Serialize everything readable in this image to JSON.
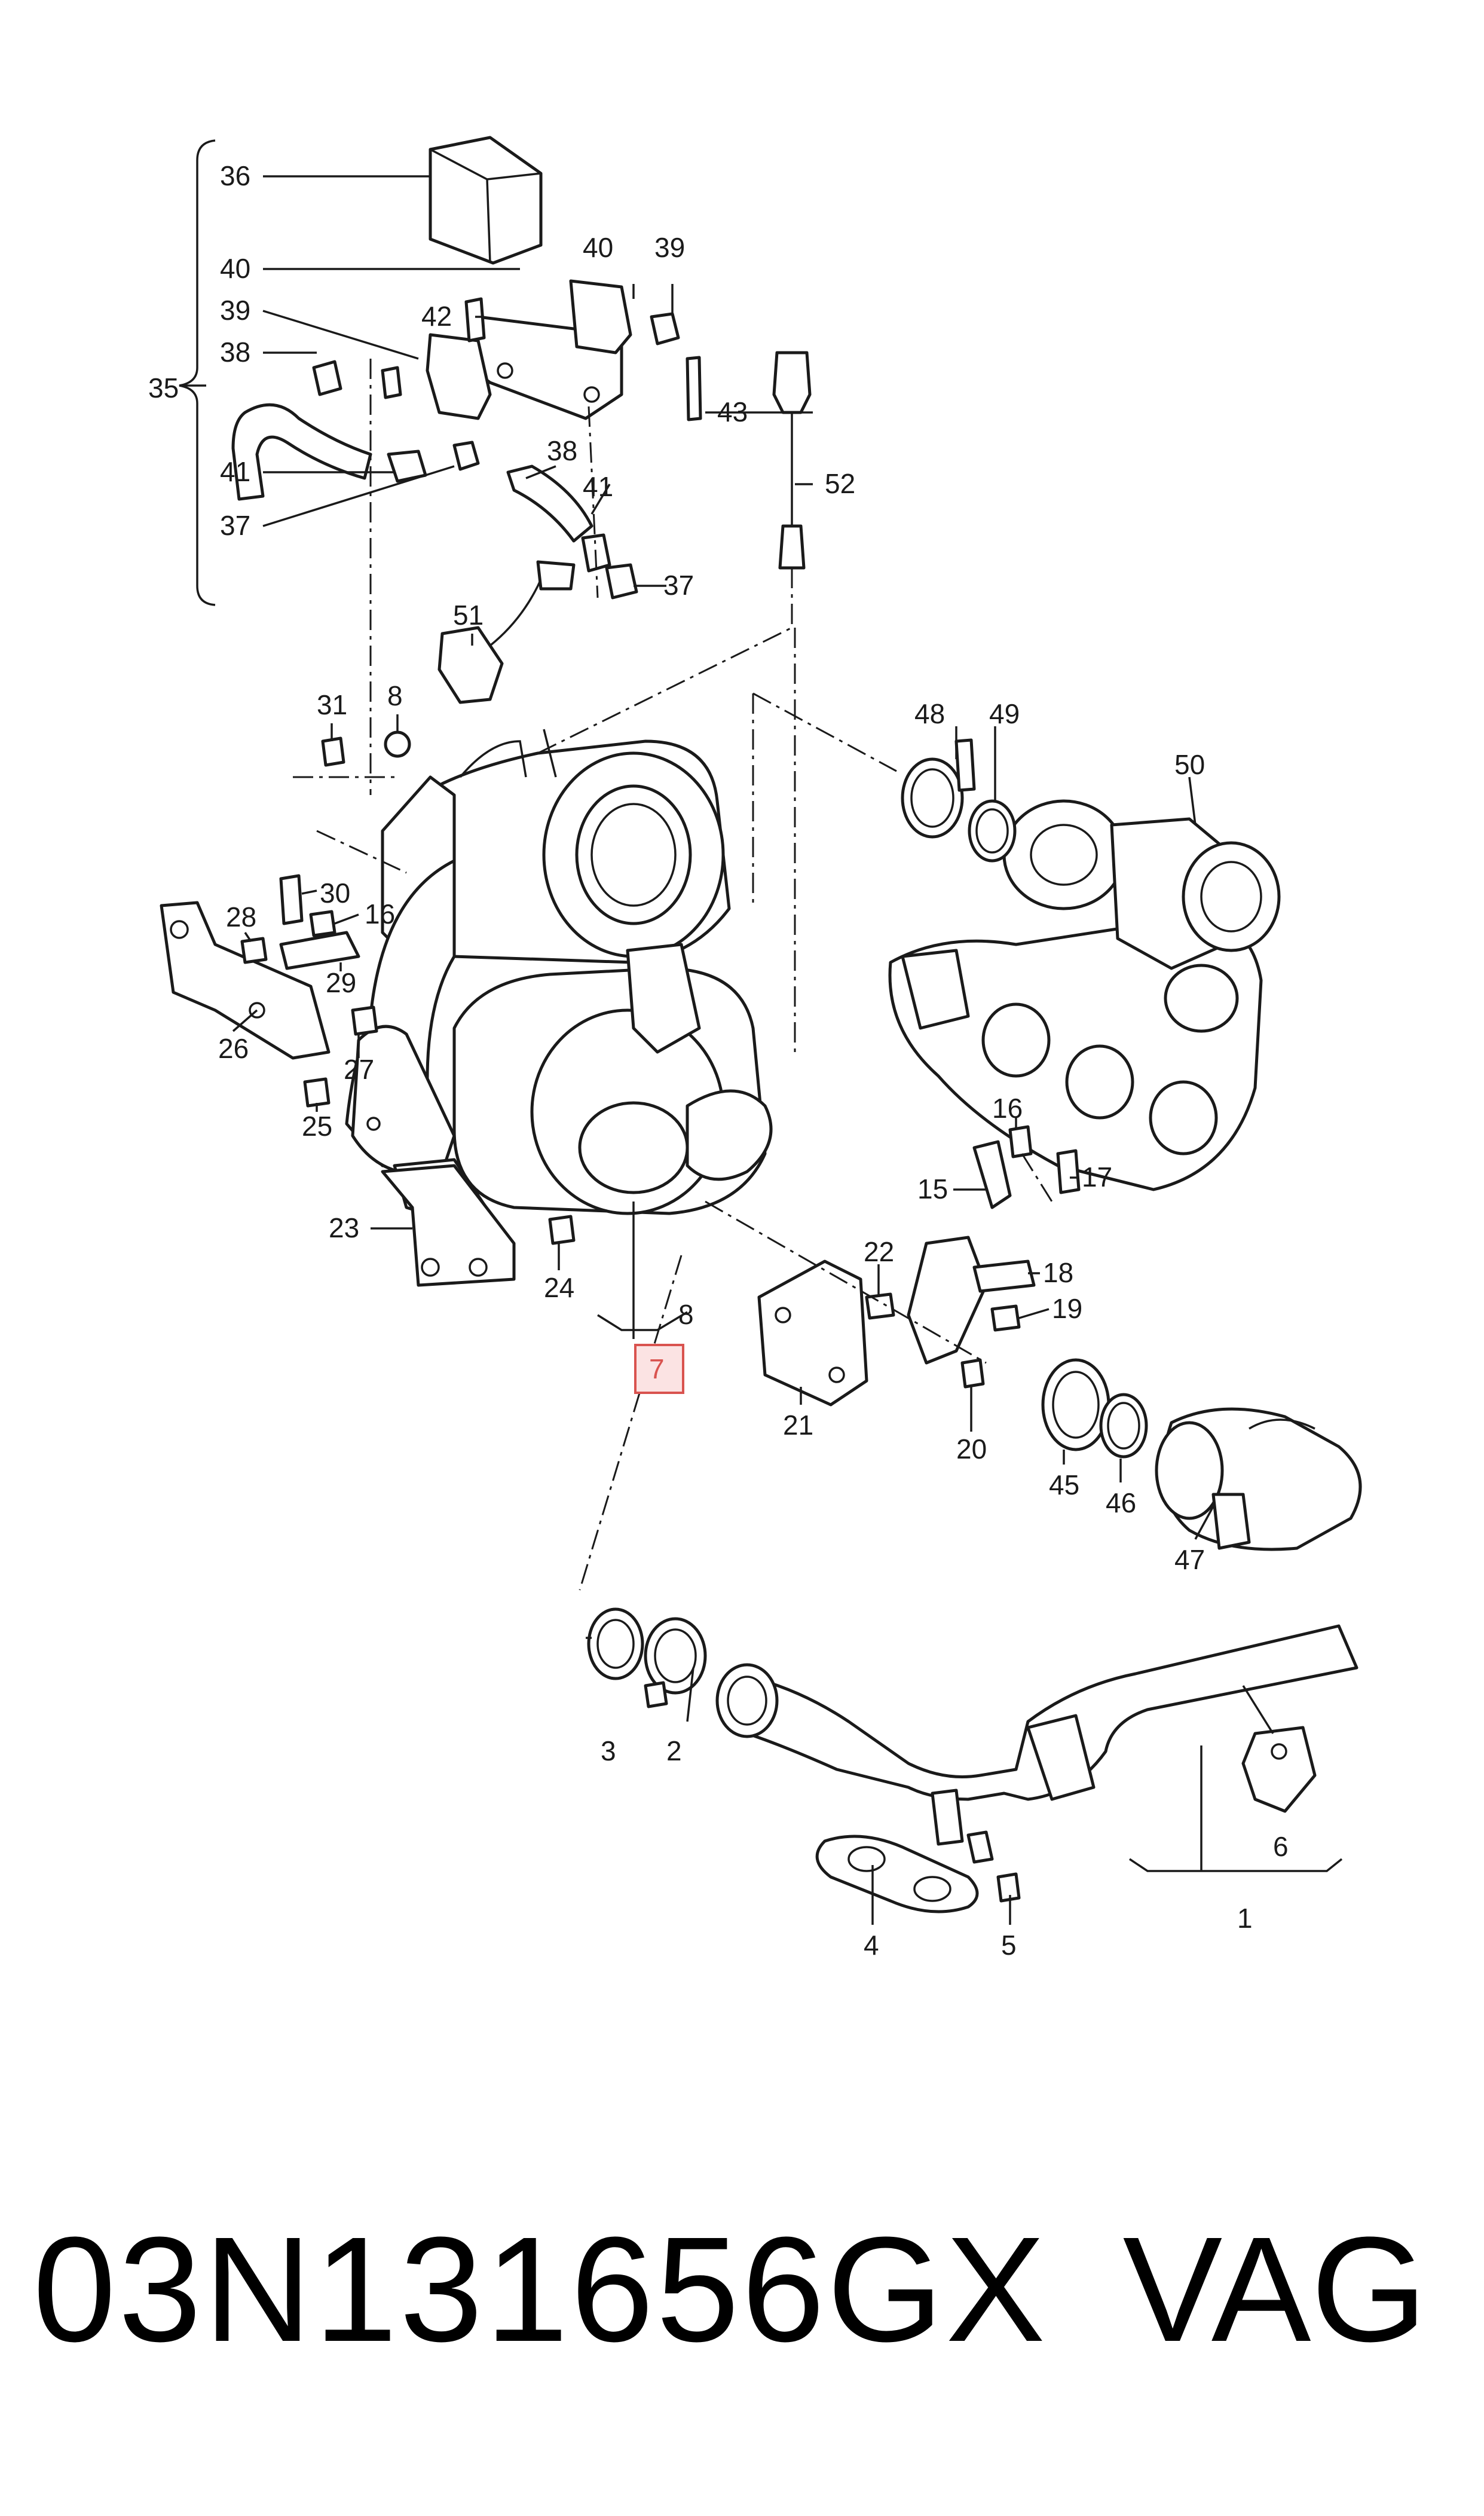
{
  "part_number": "03N131656GX",
  "brand": "VAG",
  "highlighted_callout": "7",
  "highlight_color": "#d9534f",
  "callouts": {
    "c1": "1",
    "c2": "2",
    "c3": "3",
    "c4": "4",
    "c5": "5",
    "c6": "6",
    "c7": "7",
    "c8a": "8",
    "c8b": "8",
    "c15": "15",
    "c16a": "16",
    "c16b": "16",
    "c17": "17",
    "c18": "18",
    "c19": "19",
    "c20": "20",
    "c21": "21",
    "c22": "22",
    "c23": "23",
    "c24": "24",
    "c25": "25",
    "c26": "26",
    "c27": "27",
    "c28": "28",
    "c29": "29",
    "c30": "30",
    "c31": "31",
    "c35": "35",
    "c36": "36",
    "c37a": "37",
    "c37b": "37",
    "c38a": "38",
    "c38b": "38",
    "c39a": "39",
    "c39b": "39",
    "c40a": "40",
    "c40b": "40",
    "c41a": "41",
    "c41b": "41",
    "c42": "42",
    "c43": "43",
    "c45": "45",
    "c46": "46",
    "c47": "47",
    "c48": "48",
    "c49": "49",
    "c50": "50",
    "c51": "51",
    "c52": "52"
  }
}
